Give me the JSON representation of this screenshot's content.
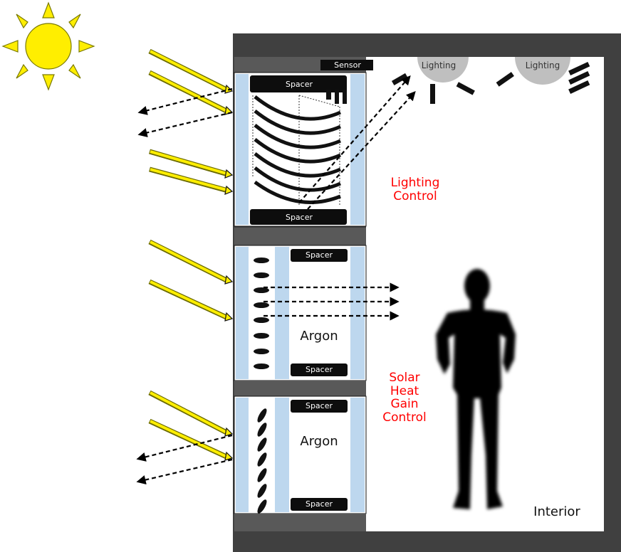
{
  "labels": {
    "sensor": "Sensor",
    "spacer": "Spacer",
    "lighting": "Lighting",
    "lighting_control": "Lighting Control",
    "argon": "Argon",
    "solar_heat_gain_control": "Solar Heat Gain Control",
    "interior": "Interior"
  },
  "colors": {
    "frame": "#404040",
    "glass": "#bdd7ee",
    "spacer": "#0d0d0d",
    "ray": "#ffee00",
    "ray_outline": "#6b6b00",
    "text_red": "#ff0000",
    "lamp": "#bfbfbf"
  },
  "icons": [
    "sun-icon",
    "person-silhouette-icon"
  ]
}
